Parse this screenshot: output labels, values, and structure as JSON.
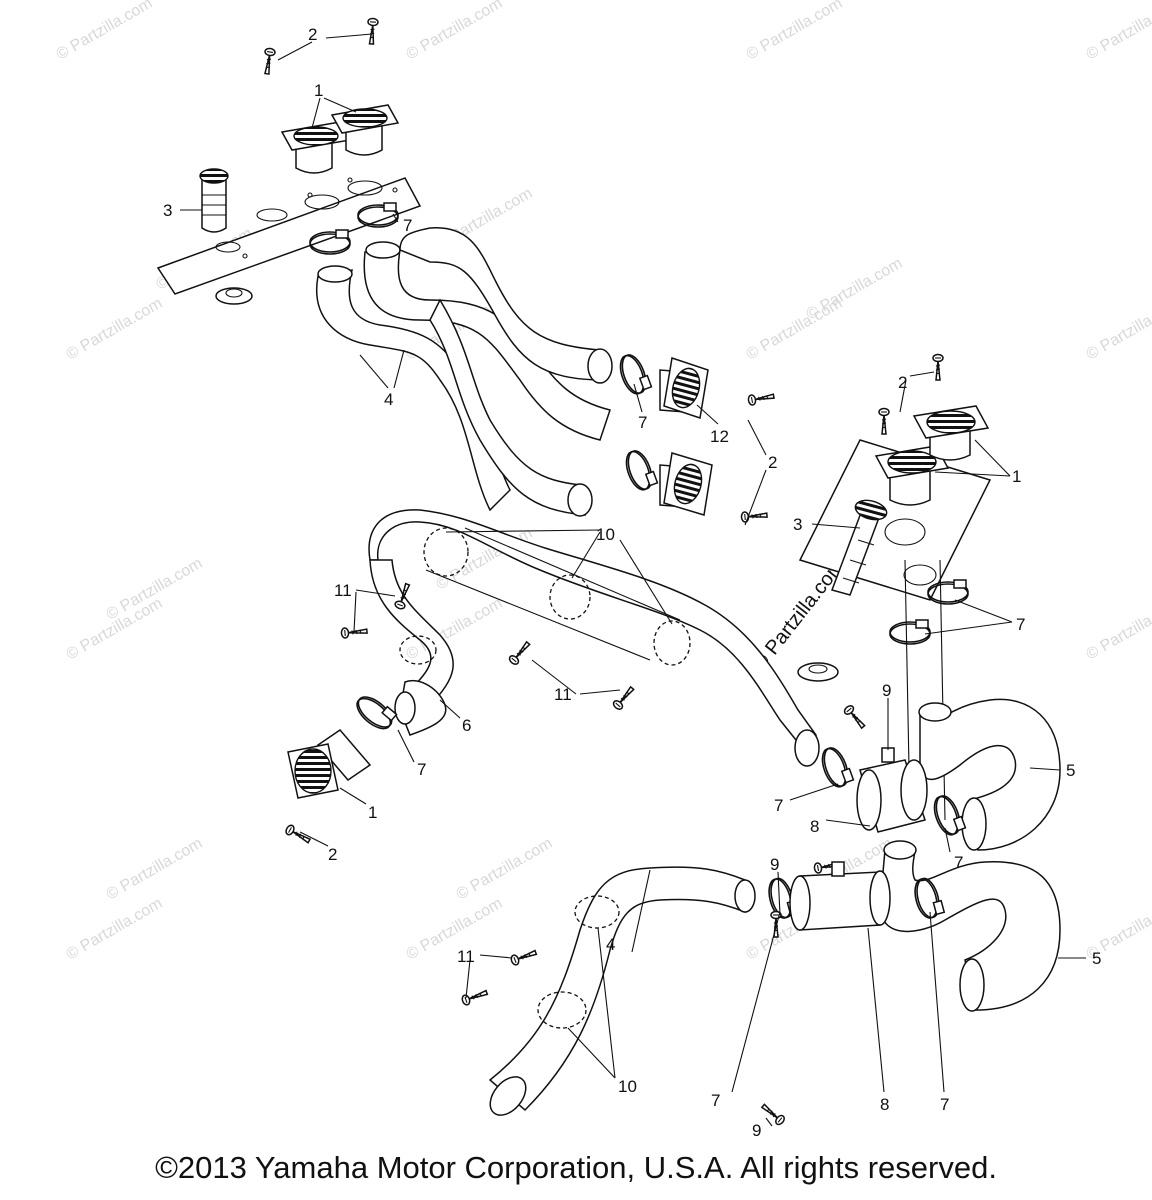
{
  "watermark": {
    "text": "© Partzilla.com",
    "prominent_text": "© Partzilla.com"
  },
  "callouts": {
    "c1a": "1",
    "c1b": "1",
    "c1c": "1",
    "c2a": "2",
    "c2b": "2",
    "c2c": "2",
    "c2d": "2",
    "c3a": "3",
    "c3b": "3",
    "c4a": "4",
    "c4b": "4",
    "c5a": "5",
    "c5b": "5",
    "c6": "6",
    "c7a": "7",
    "c7b": "7",
    "c7c": "7",
    "c7d": "7",
    "c7e": "7",
    "c7f": "7",
    "c7g": "7",
    "c7h": "7",
    "c8a": "8",
    "c8b": "8",
    "c9a": "9",
    "c9b": "9",
    "c9c": "9",
    "c10a": "10",
    "c10b": "10",
    "c11a": "11",
    "c11b": "11",
    "c11c": "11",
    "c12": "12"
  },
  "footer": {
    "copyright": "©2013 Yamaha Motor Corporation, U.S.A. All rights reserved."
  }
}
